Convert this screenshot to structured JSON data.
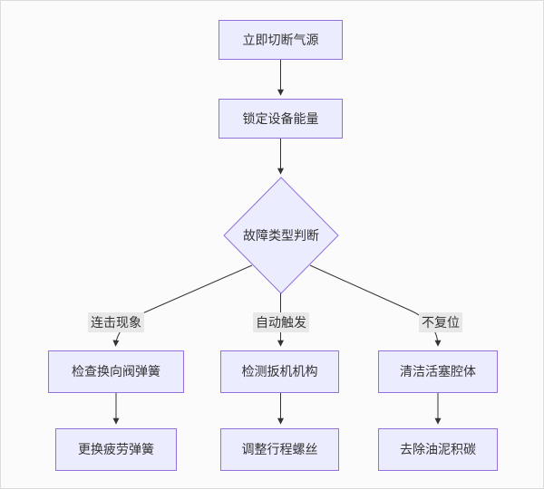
{
  "diagram": {
    "type": "flowchart",
    "direction": "top-down",
    "nodes": [
      {
        "id": "A",
        "shape": "rect",
        "label": "立即切断气源"
      },
      {
        "id": "B",
        "shape": "rect",
        "label": "锁定设备能量"
      },
      {
        "id": "C",
        "shape": "diamond",
        "label": "故障类型判断"
      },
      {
        "id": "D",
        "shape": "rect",
        "label": "检查换向阀弹簧"
      },
      {
        "id": "E",
        "shape": "rect",
        "label": "检测扳机机构"
      },
      {
        "id": "F",
        "shape": "rect",
        "label": "清洁活塞腔体"
      },
      {
        "id": "G",
        "shape": "rect",
        "label": "更换疲劳弹簧"
      },
      {
        "id": "H",
        "shape": "rect",
        "label": "调整行程螺丝"
      },
      {
        "id": "I",
        "shape": "rect",
        "label": "去除油泥积碳"
      }
    ],
    "edges": [
      {
        "from": "立即切断气源",
        "to": "锁定设备能量",
        "label": ""
      },
      {
        "from": "锁定设备能量",
        "to": "故障类型判断",
        "label": ""
      },
      {
        "from": "故障类型判断",
        "to": "检查换向阀弹簧",
        "label": "连击现象"
      },
      {
        "from": "故障类型判断",
        "to": "检测扳机机构",
        "label": "自动触发"
      },
      {
        "from": "故障类型判断",
        "to": "清洁活塞腔体",
        "label": "不复位"
      },
      {
        "from": "检查换向阀弹簧",
        "to": "更换疲劳弹簧",
        "label": ""
      },
      {
        "from": "检测扳机机构",
        "to": "调整行程螺丝",
        "label": ""
      },
      {
        "from": "清洁活塞腔体",
        "to": "去除油泥积碳",
        "label": ""
      }
    ],
    "colors": {
      "node_fill": "#ECECFF",
      "node_border": "#9370DB",
      "edge_line": "#333333",
      "edge_label_bg": "#e8e8e8",
      "text": "#333333",
      "background": "#fbfbfb"
    }
  }
}
